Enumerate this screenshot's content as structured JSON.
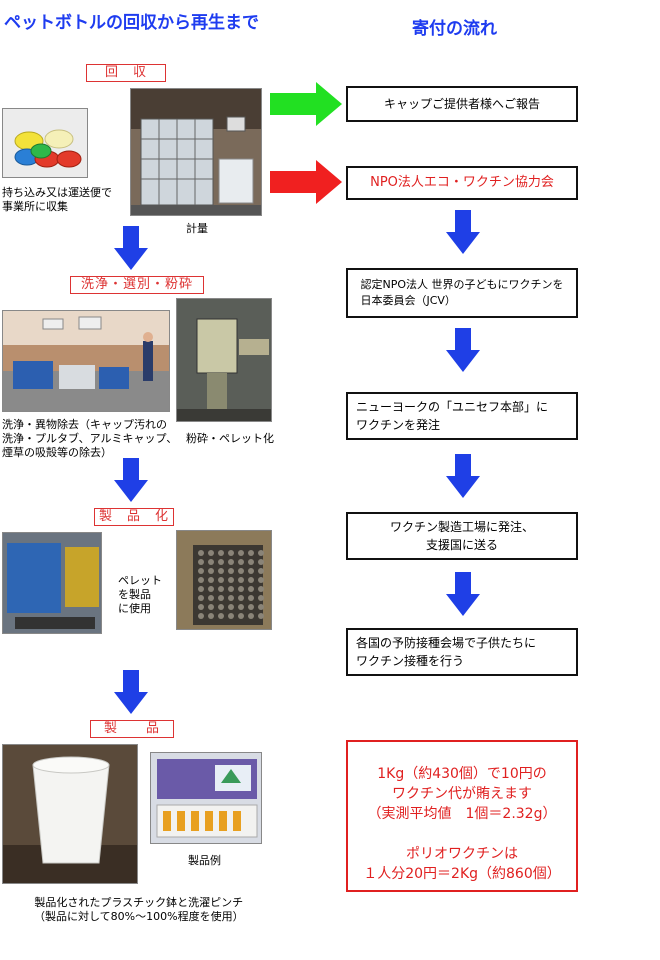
{
  "left_title": "ペットボトルの回収から再生まで",
  "right_title": "寄付の流れ",
  "left": {
    "stage1_label": "回　収",
    "caption_bottles": "持ち込み又は運送便で\n事業所に収集",
    "caption_weigh": "計量",
    "stage2_label": "洗浄・選別・粉砕",
    "caption_wash": "洗浄・異物除去（キャップ汚れの\n洗浄・プルタブ、アルミキャップ、\n煙草の吸殻等の除去）",
    "caption_crush": "粉砕・ペレット化",
    "stage3_label": "製　品　化",
    "caption_pellet": "ペレット\nを製品\nに使用",
    "stage4_label": "製　　品",
    "caption_example": "製品例",
    "caption_product": "製品化されたプラスチック鉢と洗濯ピンチ\n（製品に対して80%～100%程度を使用）"
  },
  "flow": {
    "step1": "キャップご提供者様へご報告",
    "step2": "NPO法人エコ・ワクチン協力会",
    "step3": "認定NPO法人 世界の子どもにワクチンを\n日本委員会（JCV）",
    "step4": "ニューヨークの「ユニセフ本部」に\nワクチンを発注",
    "step5": "ワクチン製造工場に発注、\n支援国に送る",
    "step6": "各国の予防接種会場で子供たちに\nワクチン接種を行う"
  },
  "summary": "1Kg（約430個）で10円の\nワクチン代が賄えます\n（実測平均値　1個＝2.32g）\n\nポリオワクチンは\n１人分20円＝2Kg（約860個）",
  "colors": {
    "heading": "#1e3cf0",
    "flow_arrow": "#1f3fe6",
    "green_arrow": "#22e022",
    "red_arrow": "#f02020",
    "accent_red": "#e02020"
  }
}
